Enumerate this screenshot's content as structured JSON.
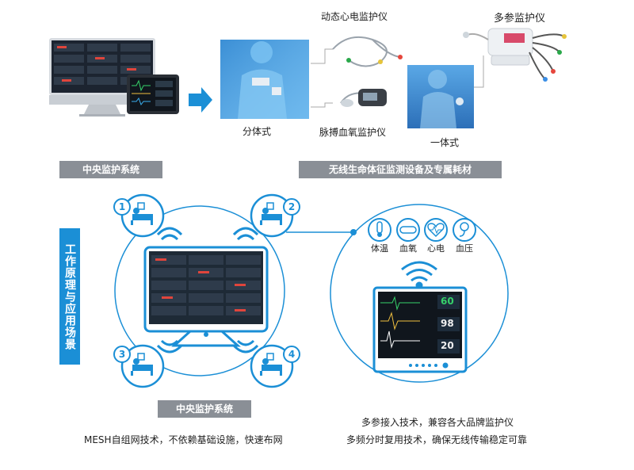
{
  "top": {
    "dynamic_ecg_label": "动态心电监护仪",
    "multi_param_label": "多参监护仪",
    "split_type_label": "分体式",
    "wrist_spo2_label": "脉搏血氧监护仪",
    "integrated_label": "一体式",
    "central_bar": "中央监护系统",
    "wireless_bar": "无线生命体征监测设备及专属耗材"
  },
  "bottom": {
    "vertical_tab": "工作原理与应用场景",
    "central_bar": "中央监护系统",
    "numbers": [
      "1",
      "2",
      "3",
      "4"
    ],
    "mesh_caption": "MESH自组网技术，不依赖基础设施，快速布网",
    "icons": [
      {
        "label": "体温",
        "icon": "thermometer-icon"
      },
      {
        "label": "血氧",
        "icon": "spo2-icon"
      },
      {
        "label": "心电",
        "icon": "ecg-heart-icon"
      },
      {
        "label": "血压",
        "icon": "bp-cuff-icon"
      }
    ],
    "monitor_values": [
      "60",
      "98",
      "20"
    ],
    "right_caption_1": "多参接入技术，兼容各大品牌监护仪",
    "right_caption_2": "多频分时复用技术，确保无线传输稳定可靠"
  },
  "colors": {
    "accent": "#1b8fd6",
    "gray_bar": "#8a8f96",
    "screen": "#1e2a36"
  }
}
